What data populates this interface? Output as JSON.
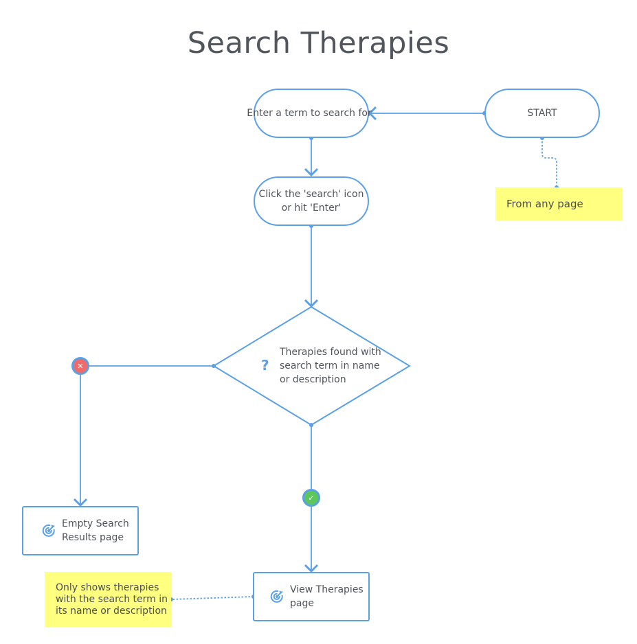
{
  "title": "Search Therapies",
  "nodes": {
    "start": "START",
    "enter_term": "Enter a term to search for",
    "click_search": "Click the 'search' icon or hit 'Enter'",
    "decision": "Therapies found with search term in name or description",
    "empty_results": "Empty Search Results page",
    "view_therapies": "View Therapies page"
  },
  "notes": {
    "from_any_page": "From any page",
    "only_shows": "Only shows therapies with the search term in its name or description"
  },
  "icons": {
    "decision": "question-icon",
    "empty_results": "target-icon",
    "view_therapies": "target-icon",
    "no_branch": "x-icon",
    "yes_branch": "check-icon"
  },
  "colors": {
    "line": "#5aa0e6",
    "note": "#ffff80",
    "no": "#f06a6a",
    "yes": "#5cc85c"
  }
}
